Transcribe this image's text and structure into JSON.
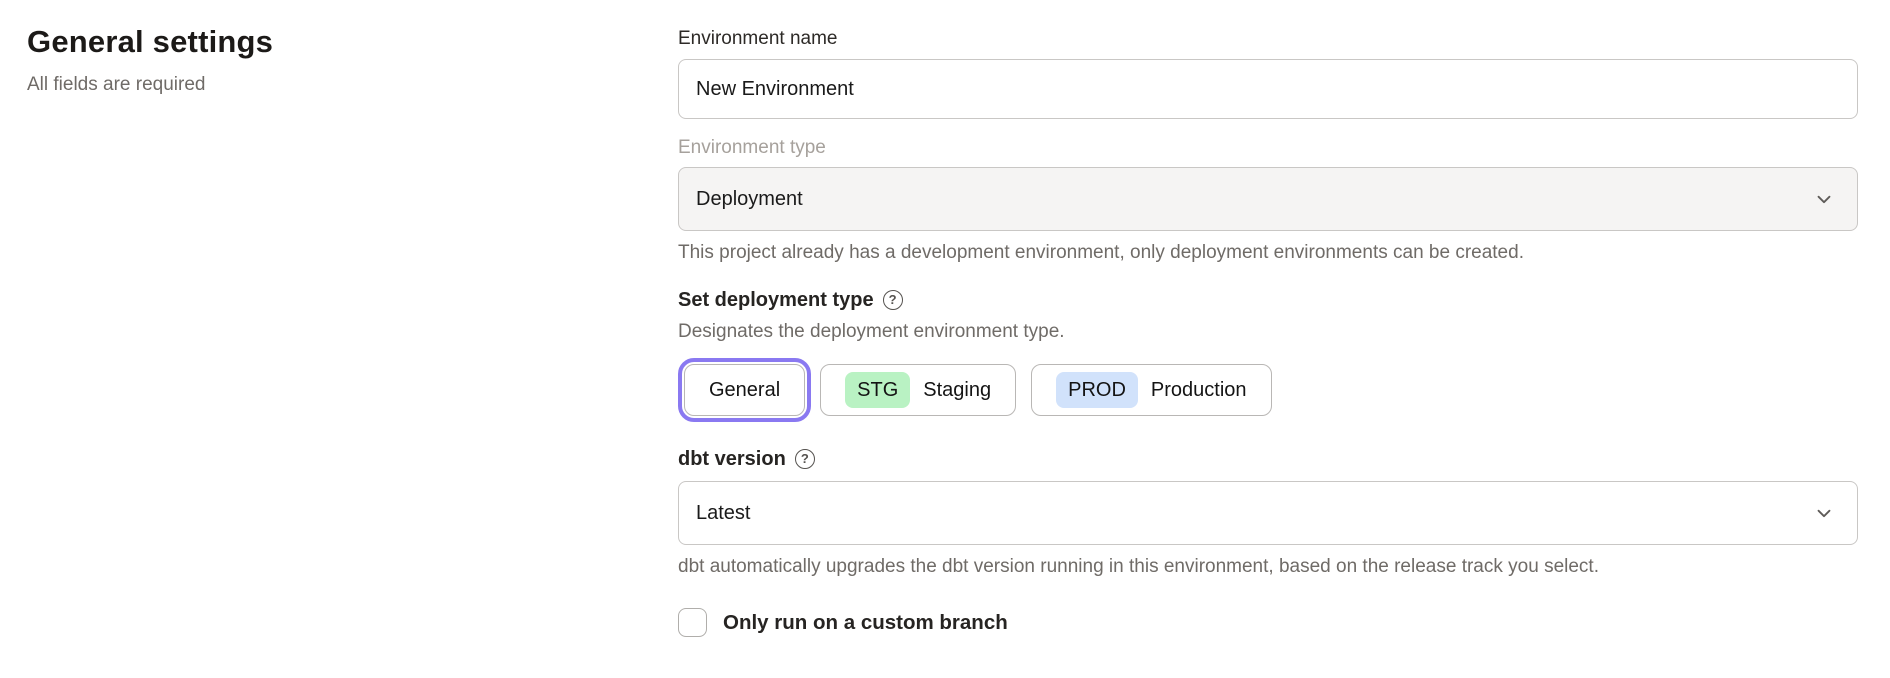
{
  "page": {
    "title": "General settings",
    "subtitle": "All fields are required"
  },
  "form": {
    "environment_name": {
      "label": "Environment name",
      "value": "New Environment"
    },
    "environment_type": {
      "label": "Environment type",
      "value": "Deployment",
      "state": "disabled",
      "helper": "This project already has a development environment, only deployment environments can be created."
    },
    "deployment_type": {
      "label": "Set deployment type",
      "description": "Designates the deployment environment type.",
      "options": [
        {
          "label": "General",
          "selected": true
        },
        {
          "badge": "STG",
          "label": "Staging",
          "selected": false
        },
        {
          "badge": "PROD",
          "label": "Production",
          "selected": false
        }
      ]
    },
    "dbt_version": {
      "label": "dbt version",
      "value": "Latest",
      "helper": "dbt automatically upgrades the dbt version running in this environment, based on the release track you select."
    },
    "custom_branch": {
      "label": "Only run on a custom branch",
      "checked": false
    }
  },
  "icons": {
    "help": "question-mark-circle",
    "select_chevron": "chevron-down"
  },
  "colors": {
    "selected_option_ring": "#8a79f1",
    "stg_badge_bg": "#b9f2c3",
    "prod_badge_bg": "#d1e2fb",
    "disabled_field_bg": "#f5f4f3",
    "border": "#c9c7c5",
    "muted_text": "#6f6b67",
    "disabled_label": "#a6a19c"
  }
}
